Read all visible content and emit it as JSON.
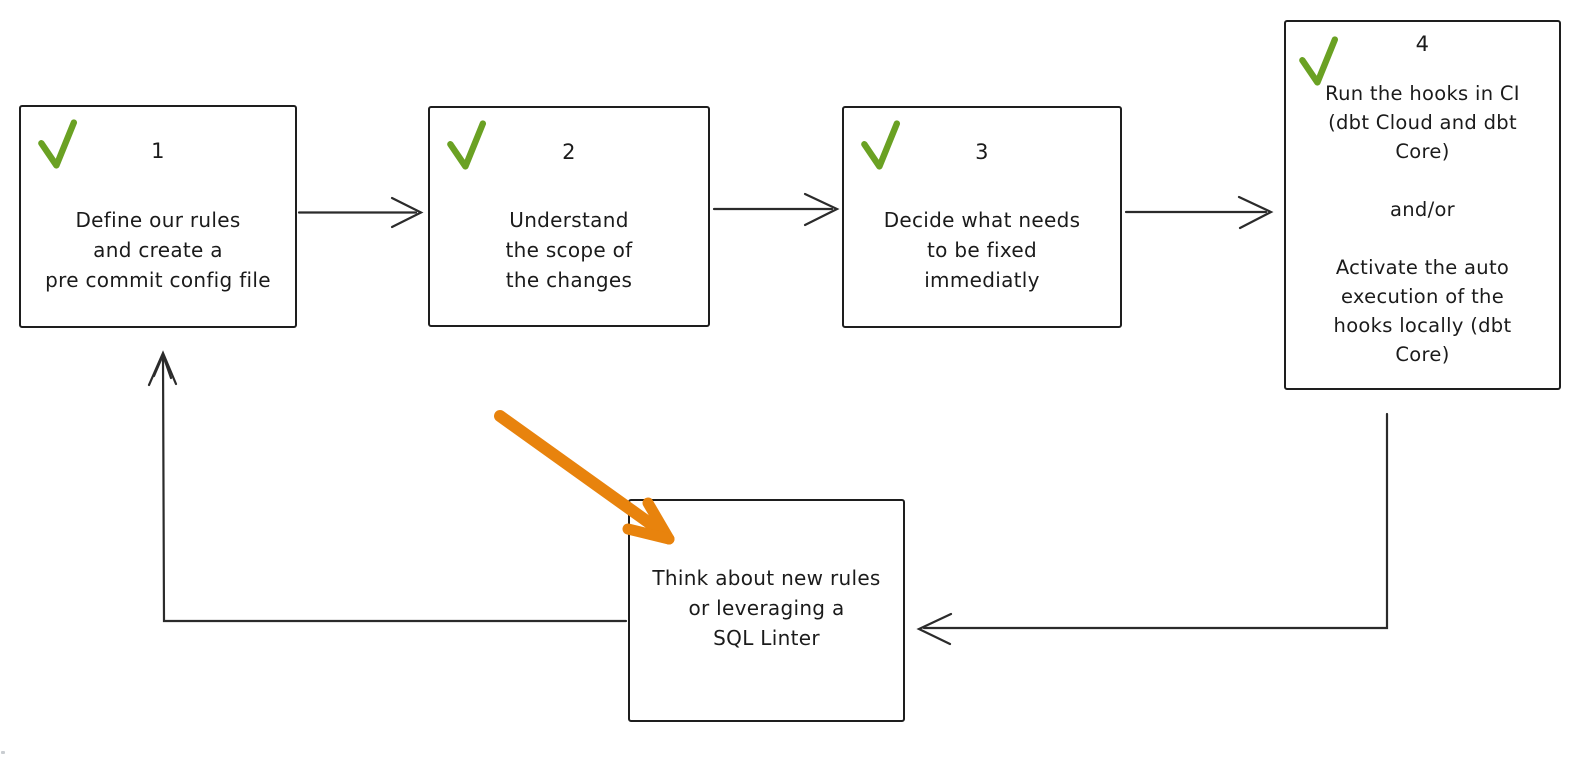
{
  "colors": {
    "ink": "#2b2b2b",
    "check_green": "#6aa123",
    "arrow_orange": "#e8830d"
  },
  "steps": [
    {
      "number": "1",
      "checked": true,
      "text": "Define our rules\nand create a\npre commit config file"
    },
    {
      "number": "2",
      "checked": true,
      "text": "Understand\nthe scope of\nthe changes"
    },
    {
      "number": "3",
      "checked": true,
      "text": "Decide what needs\nto be fixed\nimmediatly"
    },
    {
      "number": "4",
      "checked": true,
      "text": "Run the hooks in CI\n(dbt Cloud and dbt\nCore)\n\nand/or\n\nActivate the auto\nexecution of the\nhooks locally (dbt\nCore)"
    }
  ],
  "feedback_box": {
    "text": "Think about new rules\nor leveraging a\nSQL Linter"
  }
}
